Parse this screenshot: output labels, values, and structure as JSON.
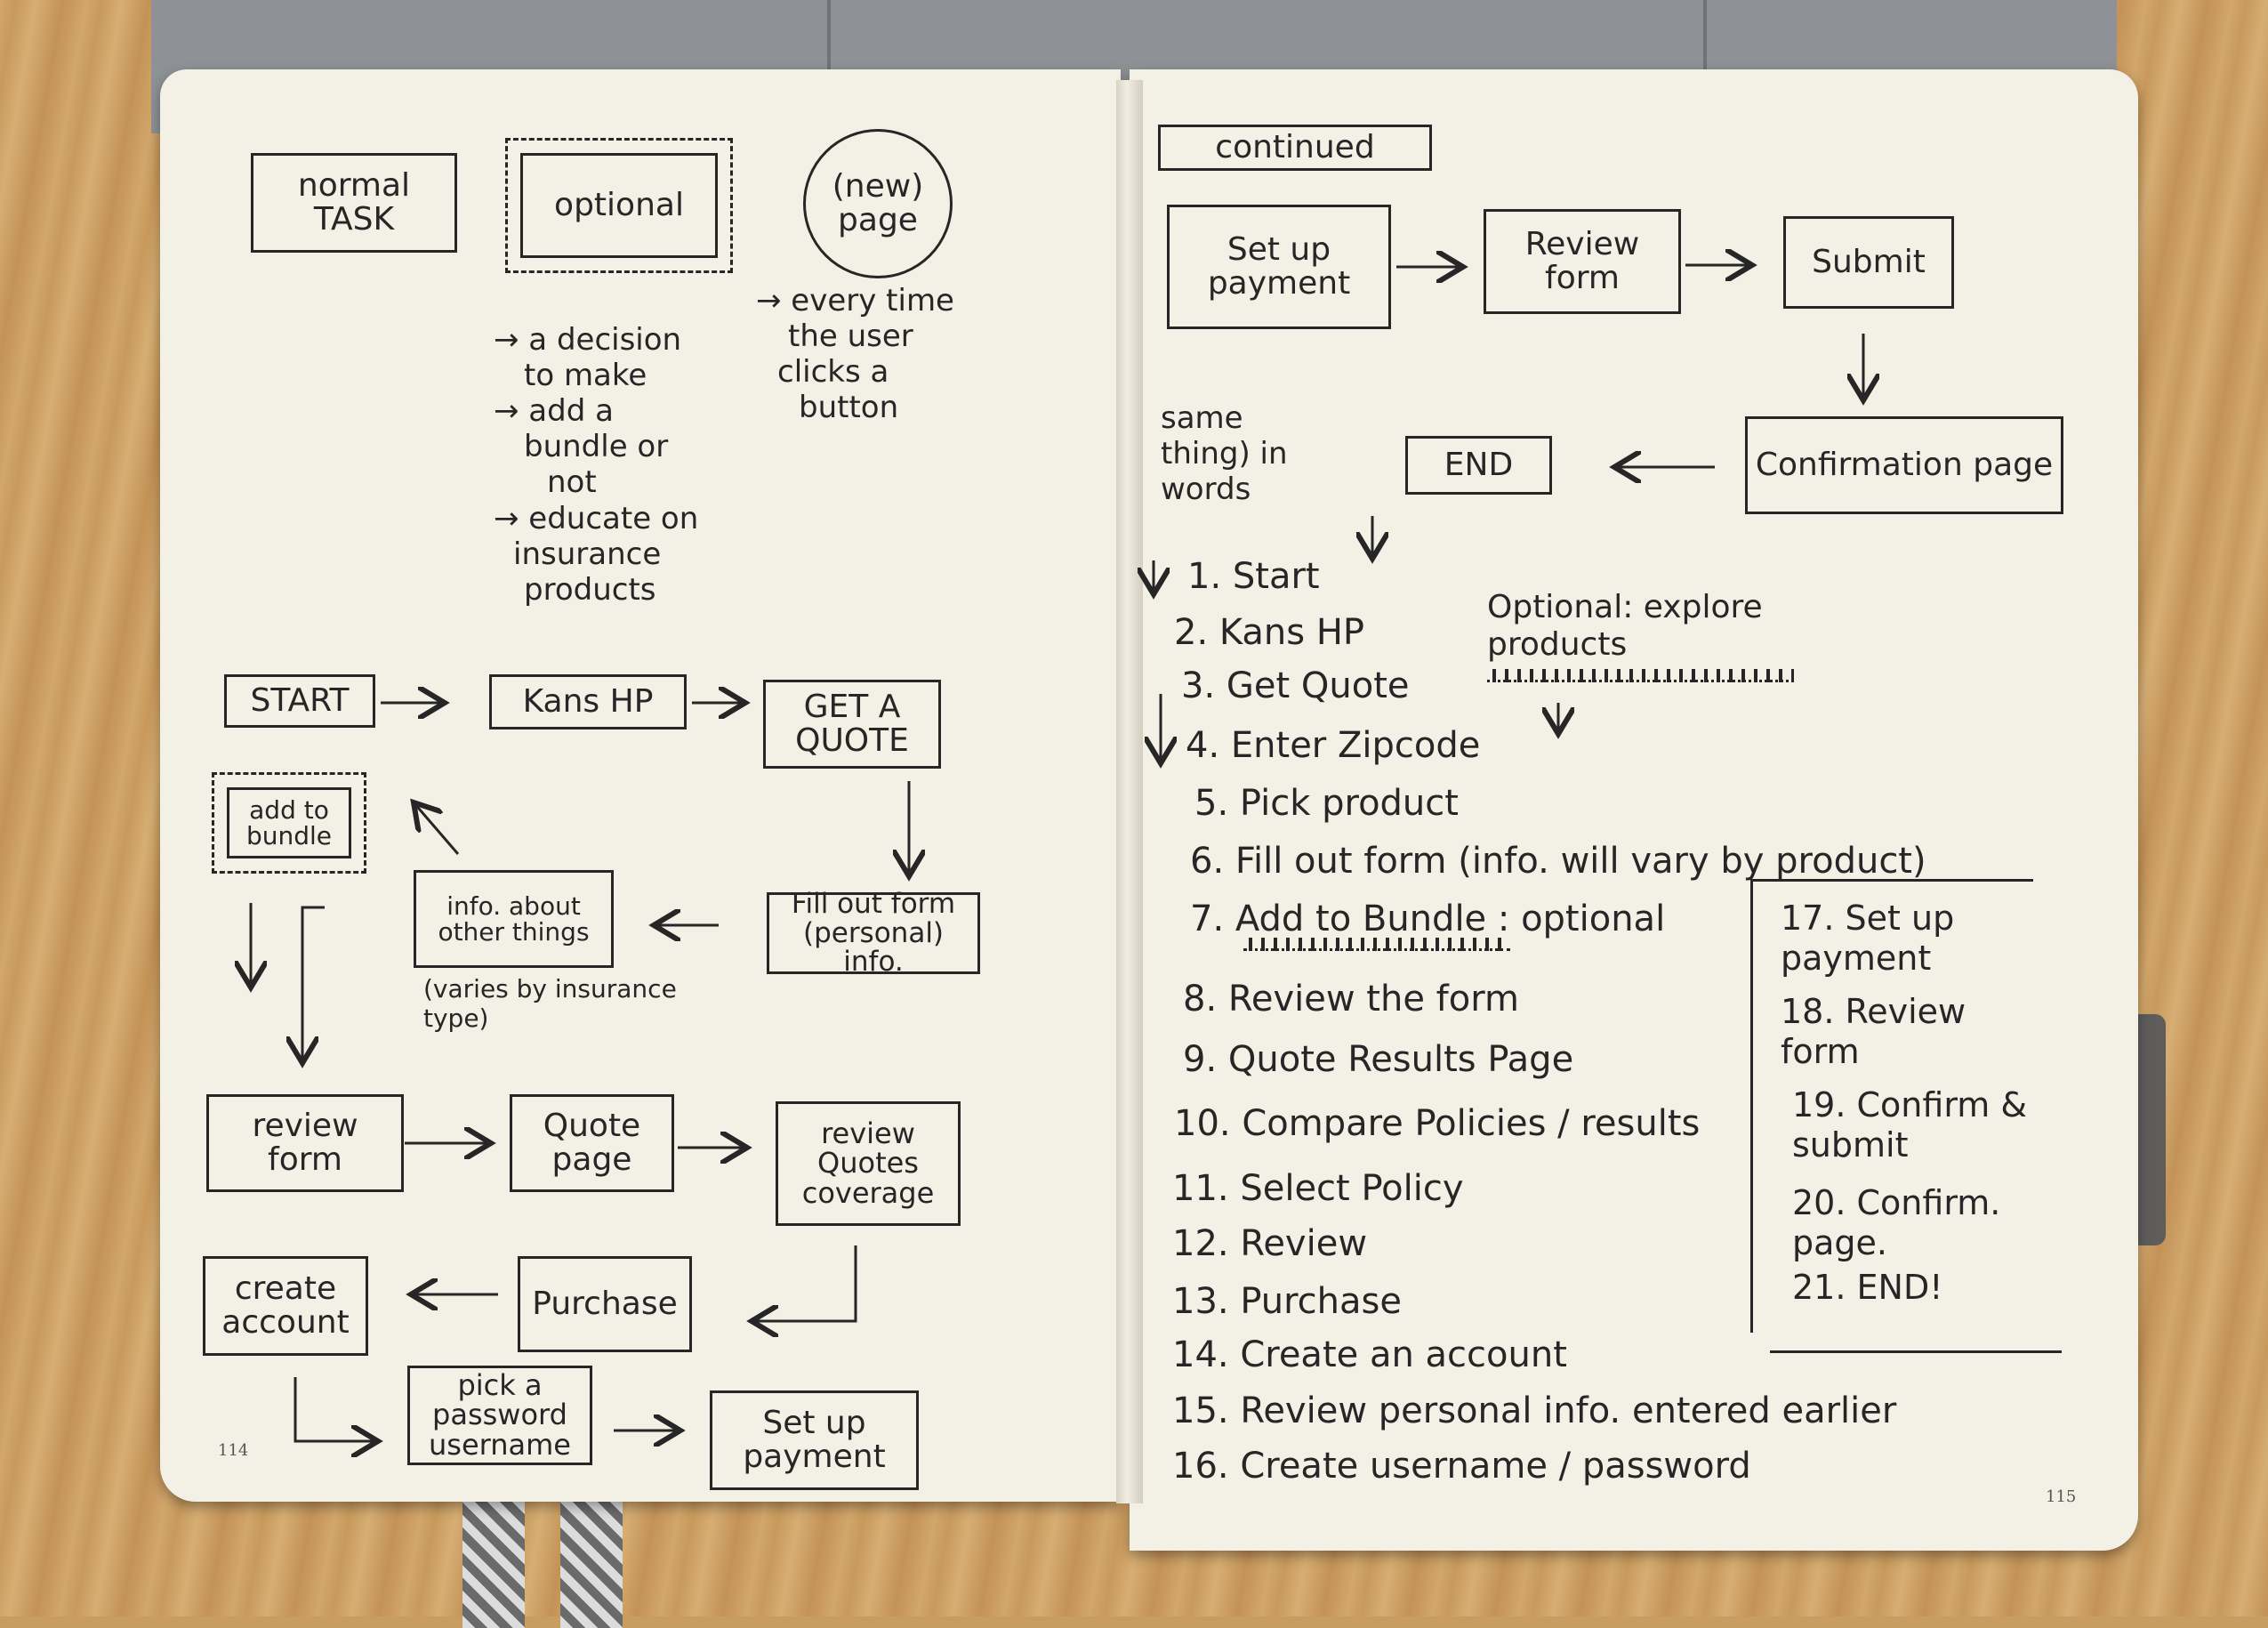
{
  "legend": {
    "normal_task": "normal TASK",
    "optional": "optional",
    "new_page": "(new) page",
    "optional_notes": [
      "→ a decision",
      "to make",
      "→ add a",
      "bundle or",
      "not",
      "→ educate on",
      "insurance",
      "products"
    ],
    "page_notes": [
      "→ every time",
      "the user",
      "clicks a",
      "button"
    ]
  },
  "left_flow": {
    "start": "START",
    "kans_hp": "Kans HP",
    "get_a_quote": "GET A QUOTE",
    "fill_out_form": "Fill out form (personal) info.",
    "info_other": "info. about other things",
    "info_note": "(varies by insurance type)",
    "add_to_bundle": "add to bundle",
    "review_form": "review form",
    "quote_page": "Quote page",
    "review_quotes": "review Quotes coverage",
    "purchase": "Purchase",
    "create_account": "create account",
    "pick_password": "pick a password username",
    "set_up_payment": "Set up payment"
  },
  "right_flow": {
    "continued": "continued",
    "set_up_payment": "Set up payment",
    "review_form": "Review form",
    "submit": "Submit",
    "confirmation_page": "Confirmation page",
    "end": "END",
    "same_thing_note": "same thing) in words"
  },
  "steps": [
    "1. Start",
    "2. Kans HP",
    "3. Get Quote",
    "4. Enter Zipcode",
    "5. Pick product",
    "6. Fill out form (info. will vary by product)",
    "7. Add to Bundle : optional",
    "8. Review the form",
    "9. Quote Results Page",
    "10. Compare Policies / results",
    "11. Select Policy",
    "12. Review",
    "13. Purchase",
    "14. Create an account",
    "15. Review personal info. entered earlier",
    "16. Create username / password"
  ],
  "optional_explore": "Optional: explore products",
  "steps_continued": [
    "17. Set up payment",
    "18. Review form",
    "19. Confirm & submit",
    "20. Confirm. page.",
    "21. END!"
  ],
  "page_numbers": {
    "left": "114",
    "right": "115"
  },
  "colors": {
    "ink": "#262626",
    "paper": "#f3f0e6",
    "wood": "#c79d62"
  }
}
